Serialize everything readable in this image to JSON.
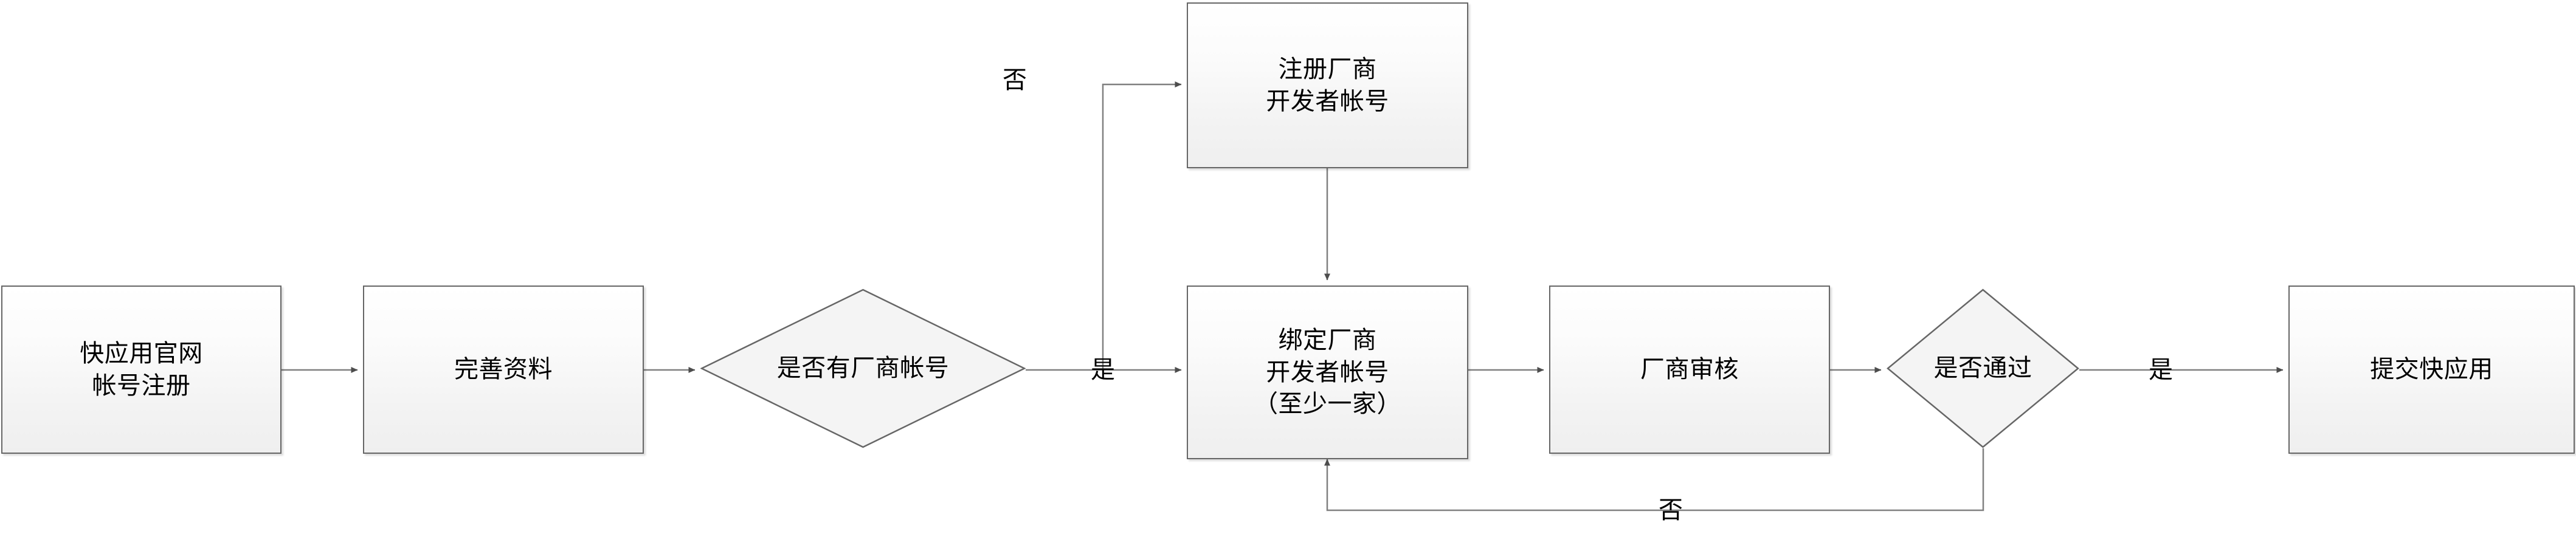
{
  "diagram": {
    "type": "flowchart",
    "orientation": "left-to-right",
    "background_color": "#ffffff",
    "node_fill": "#f4f4f4",
    "node_border": "#666666",
    "connector_color": "#707070",
    "text_color": "#000000",
    "nodes": [
      {
        "id": "n1",
        "shape": "rectangle",
        "label": "快应用官网\n帐号注册"
      },
      {
        "id": "n2",
        "shape": "rectangle",
        "label": "完善资料"
      },
      {
        "id": "d1",
        "shape": "diamond",
        "label": "是否有厂商帐号"
      },
      {
        "id": "n3",
        "shape": "rectangle",
        "label": "注册厂商\n开发者帐号"
      },
      {
        "id": "n4",
        "shape": "rectangle",
        "label": "绑定厂商\n开发者帐号\n（至少一家）"
      },
      {
        "id": "n5",
        "shape": "rectangle",
        "label": "厂商审核"
      },
      {
        "id": "d2",
        "shape": "diamond",
        "label": "是否通过"
      },
      {
        "id": "n6",
        "shape": "rectangle",
        "label": "提交快应用"
      }
    ],
    "edge_labels": {
      "d1_no": "否",
      "d1_yes": "是",
      "d2_yes": "是",
      "d2_no": "否"
    },
    "edges": [
      {
        "from": "n1",
        "to": "n2",
        "label": ""
      },
      {
        "from": "n2",
        "to": "d1",
        "label": ""
      },
      {
        "from": "d1",
        "to": "n3",
        "label": "否"
      },
      {
        "from": "d1",
        "to": "n4",
        "label": "是"
      },
      {
        "from": "n3",
        "to": "n4",
        "label": ""
      },
      {
        "from": "n4",
        "to": "n5",
        "label": ""
      },
      {
        "from": "n5",
        "to": "d2",
        "label": ""
      },
      {
        "from": "d2",
        "to": "n6",
        "label": "是"
      },
      {
        "from": "d2",
        "to": "n4",
        "label": "否"
      }
    ]
  }
}
